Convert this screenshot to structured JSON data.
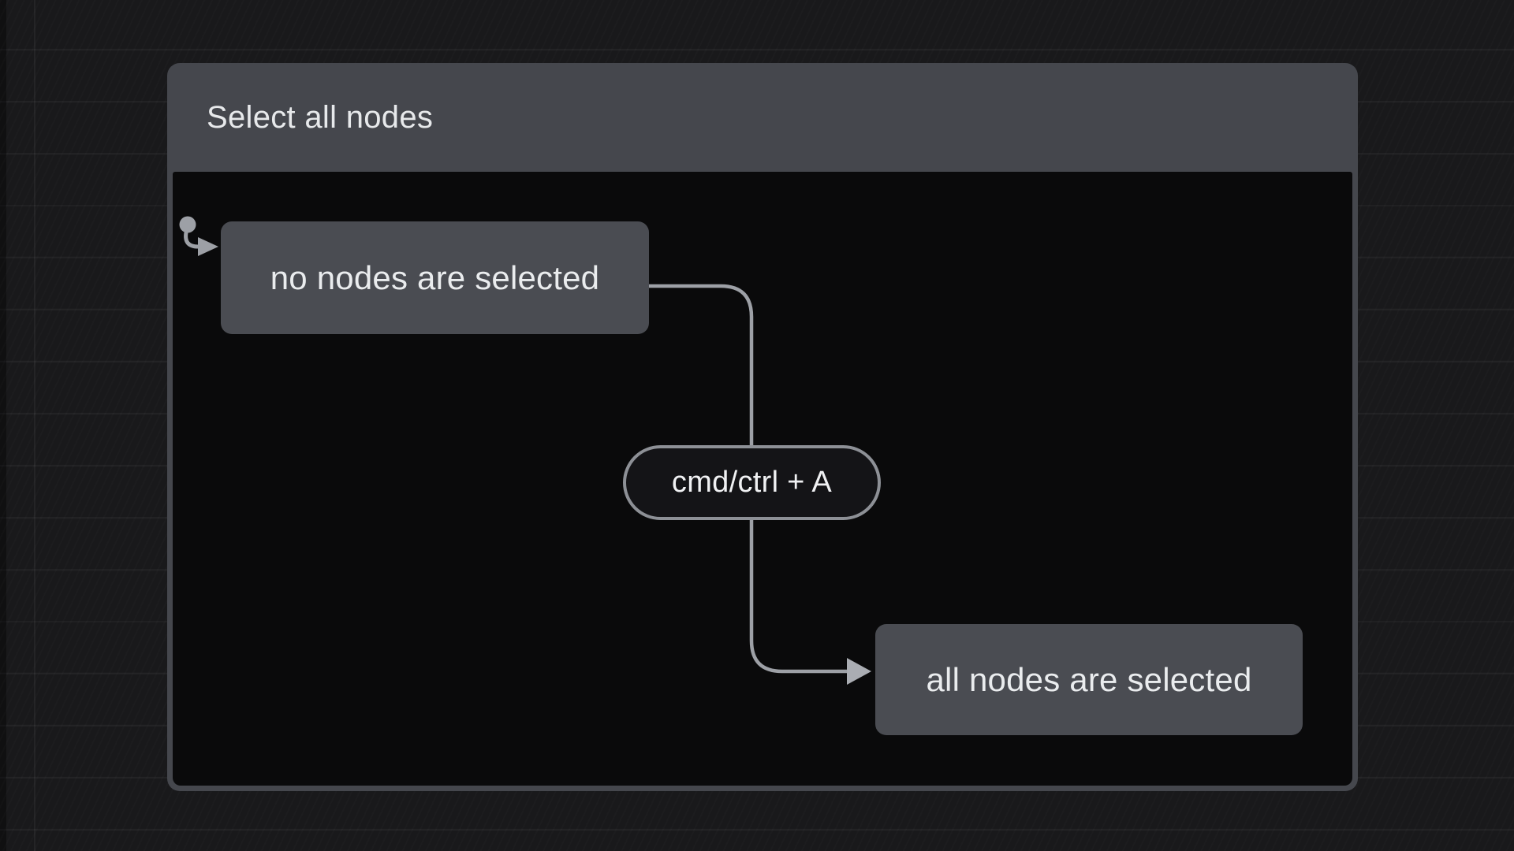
{
  "panel": {
    "title": "Select all nodes"
  },
  "canvas": {
    "nodes": [
      {
        "id": "source",
        "label": "no nodes are selected"
      },
      {
        "id": "target",
        "label": "all nodes are selected"
      }
    ],
    "edge": {
      "label": "cmd/ctrl + A"
    },
    "icon": "drag-connect-icon"
  },
  "colors": {
    "outer_background": "#19191b",
    "panel_frame": "#45474d",
    "title_text": "#e7e9eb",
    "canvas_background": "#0a0a0b",
    "node_background": "#4a4c52",
    "node_text": "#eaecee",
    "edge_line": "#9da0a6",
    "edge_arrow": "#aaadb3",
    "edge_label_background": "#141417",
    "edge_label_border": "#8d9096",
    "edge_label_text": "#f0f1f3"
  }
}
